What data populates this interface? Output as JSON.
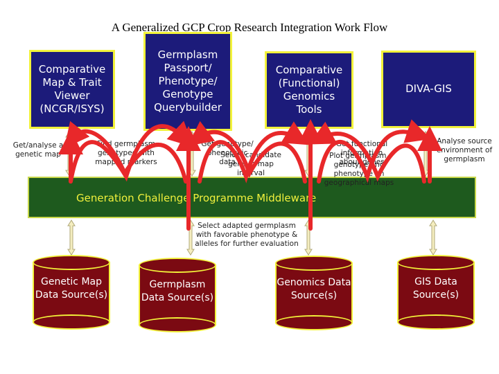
{
  "title": "A Generalized GCP Crop Research Integration Work Flow",
  "tools": [
    {
      "label": "Comparative Map & Trait Viewer (NCGR/ISYS)"
    },
    {
      "label": "Germplasm Passport/ Phenotype/ Genotype Querybuilder"
    },
    {
      "label": "Comparative (Functional) Genomics Tools"
    },
    {
      "label": "DIVA-GIS"
    }
  ],
  "notes": {
    "get_analyse": "Get/analyse a genetic map",
    "find_germplasm": "Find germplasm genotyped with mapped markers",
    "get_genotype": "Get genotype/ phenotypic data",
    "select_candidate": "Select candidate gene in map interval",
    "plot_germplasm": "Plot germplasm, genotype and phenotype on geographical maps",
    "get_functional": "Get functional information about genes",
    "analyse_source": "Analyse source environment of germplasm",
    "select_adapted": "Select adapted germplasm with favorable phenotype & alleles for further evaluation"
  },
  "middleware": {
    "label": "Generation Challenge Programme Middleware"
  },
  "data_sources": [
    {
      "label": "Genetic Map Data Source(s)"
    },
    {
      "label": "Germplasm Data Source(s)"
    },
    {
      "label": "Genomics Data Source(s)"
    },
    {
      "label": "GIS Data Source(s)"
    }
  ],
  "colors": {
    "tool_fill": "#1c1b7a",
    "tool_border": "#f2f23a",
    "middleware_fill": "#1e5a1e",
    "database_fill": "#7b0a12",
    "flow_arrow": "#e8282a",
    "connector_arrow": "#f5eec0"
  }
}
